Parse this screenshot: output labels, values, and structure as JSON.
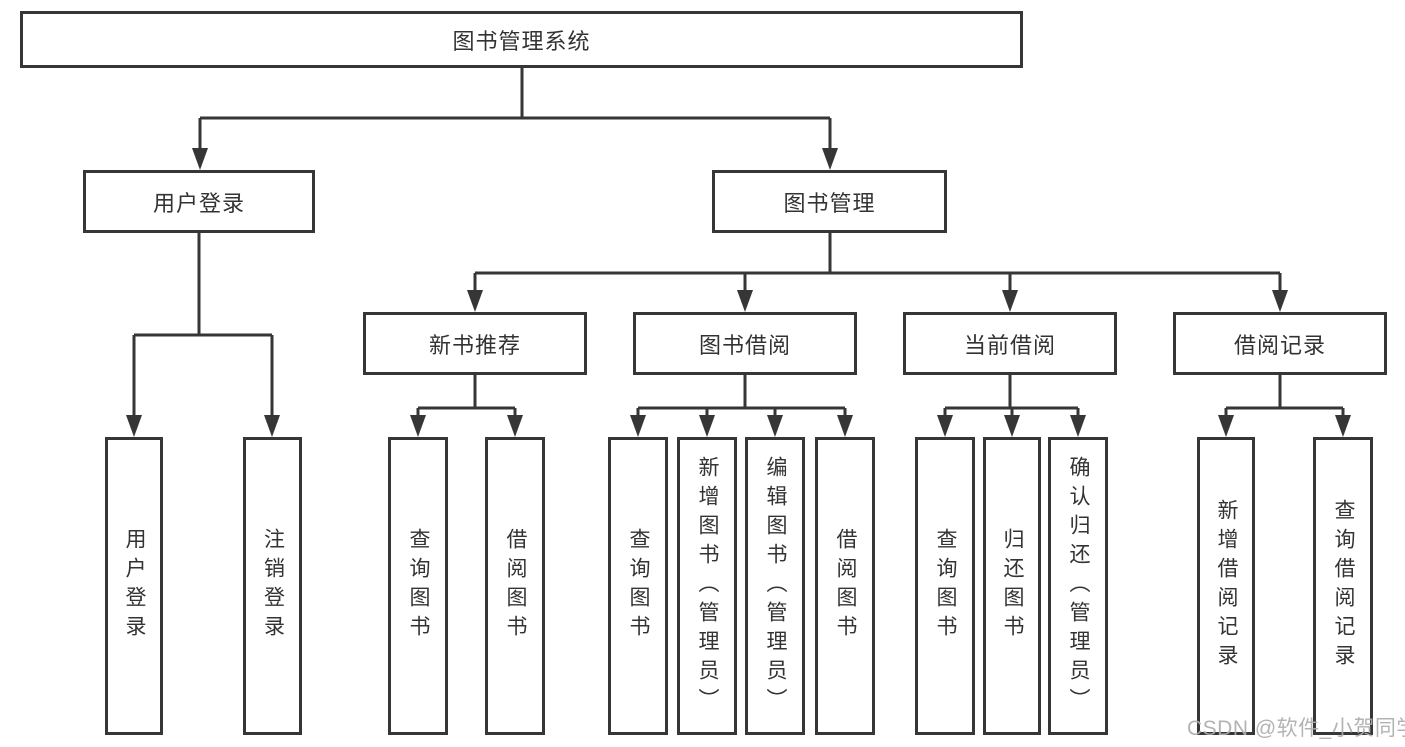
{
  "diagram": {
    "root": {
      "label": "图书管理系统"
    },
    "branches": [
      {
        "label": "用户登录",
        "children": [
          {
            "label": "用户登录"
          },
          {
            "label": "注销登录"
          }
        ]
      },
      {
        "label": "图书管理",
        "sections": [
          {
            "label": "新书推荐",
            "children": [
              {
                "label": "查询图书"
              },
              {
                "label": "借阅图书"
              }
            ]
          },
          {
            "label": "图书借阅",
            "children": [
              {
                "label": "查询图书"
              },
              {
                "label": "新增图书（管理员）"
              },
              {
                "label": "编辑图书（管理员）"
              },
              {
                "label": "借阅图书"
              }
            ]
          },
          {
            "label": "当前借阅",
            "children": [
              {
                "label": "查询图书"
              },
              {
                "label": "归还图书"
              },
              {
                "label": "确认归还（管理员）"
              }
            ]
          },
          {
            "label": "借阅记录",
            "children": [
              {
                "label": "新增借阅记录"
              },
              {
                "label": "查询借阅记录"
              }
            ]
          }
        ]
      }
    ]
  },
  "watermark": {
    "text": "CSDN @软件_小贺同学"
  },
  "colors": {
    "line": "#363636",
    "text": "#333333",
    "box_background": "#ffffff",
    "watermark": "#acacac",
    "background": "#ffffff"
  }
}
